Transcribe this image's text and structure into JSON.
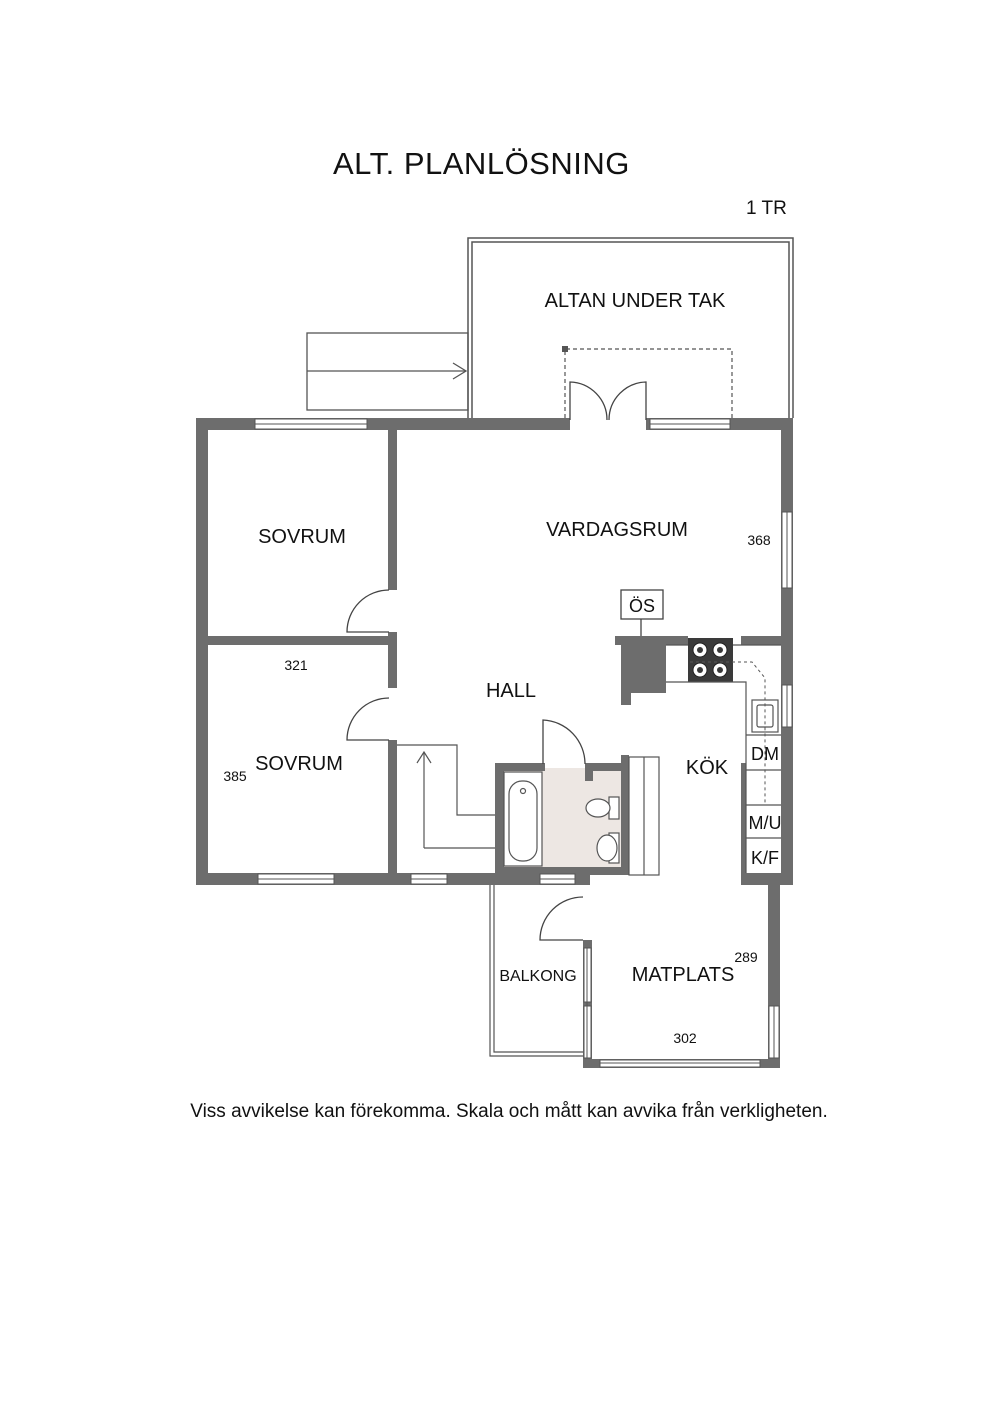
{
  "title": "ALT. PLANLÖSNING",
  "floor": "1 TR",
  "rooms": {
    "altan": "ALTAN UNDER TAK",
    "sovrum_top": "SOVRUM",
    "vardagsrum": "VARDAGSRUM",
    "sovrum_bottom": "SOVRUM",
    "hall": "HALL",
    "kok": "KÖK",
    "balkong": "BALKONG",
    "matplats": "MATPLATS"
  },
  "fixtures": {
    "os": "ÖS",
    "dm": "DM",
    "mu": "M/U",
    "kf": "K/F"
  },
  "dimensions": {
    "d368": "368",
    "d321": "321",
    "d385": "385",
    "d289": "289",
    "d302": "302"
  },
  "disclaimer": "Viss avvikelse kan förekomma. Skala och mått kan avvika från verkligheten.",
  "colors": {
    "wall": "#6d6d6d",
    "bathroom_floor": "#ede7e3",
    "line": "#555555"
  }
}
